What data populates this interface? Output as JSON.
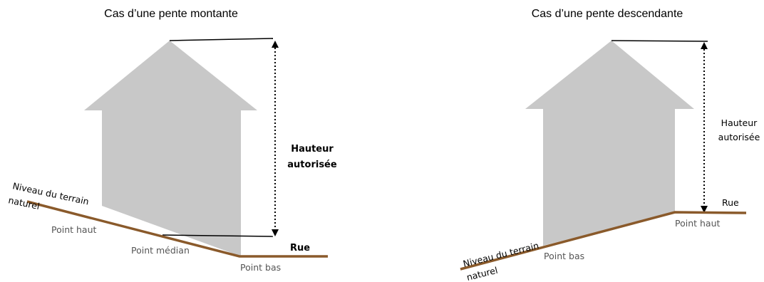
{
  "colors": {
    "house": "#c8c8c8",
    "terrain": "#8a5a2b",
    "line": "#000000",
    "grey_text": "#555555"
  },
  "left_panel": {
    "title": "Cas d’une pente montante",
    "height_label_line1": "Hauteur",
    "height_label_line2": "autorisée",
    "terrain_label_line1": "Niveau du terrain",
    "terrain_label_line2": "naturel",
    "point_haut": "Point haut",
    "point_median": "Point médian",
    "point_bas": "Point bas",
    "street": "Rue"
  },
  "right_panel": {
    "title": "Cas d’une pente descendante",
    "height_label_line1": "Hauteur",
    "height_label_line2": "autorisée",
    "terrain_label_line1": "Niveau du terrain",
    "terrain_label_line2": "naturel",
    "point_bas": "Point bas",
    "point_haut": "Point haut",
    "street": "Rue"
  }
}
